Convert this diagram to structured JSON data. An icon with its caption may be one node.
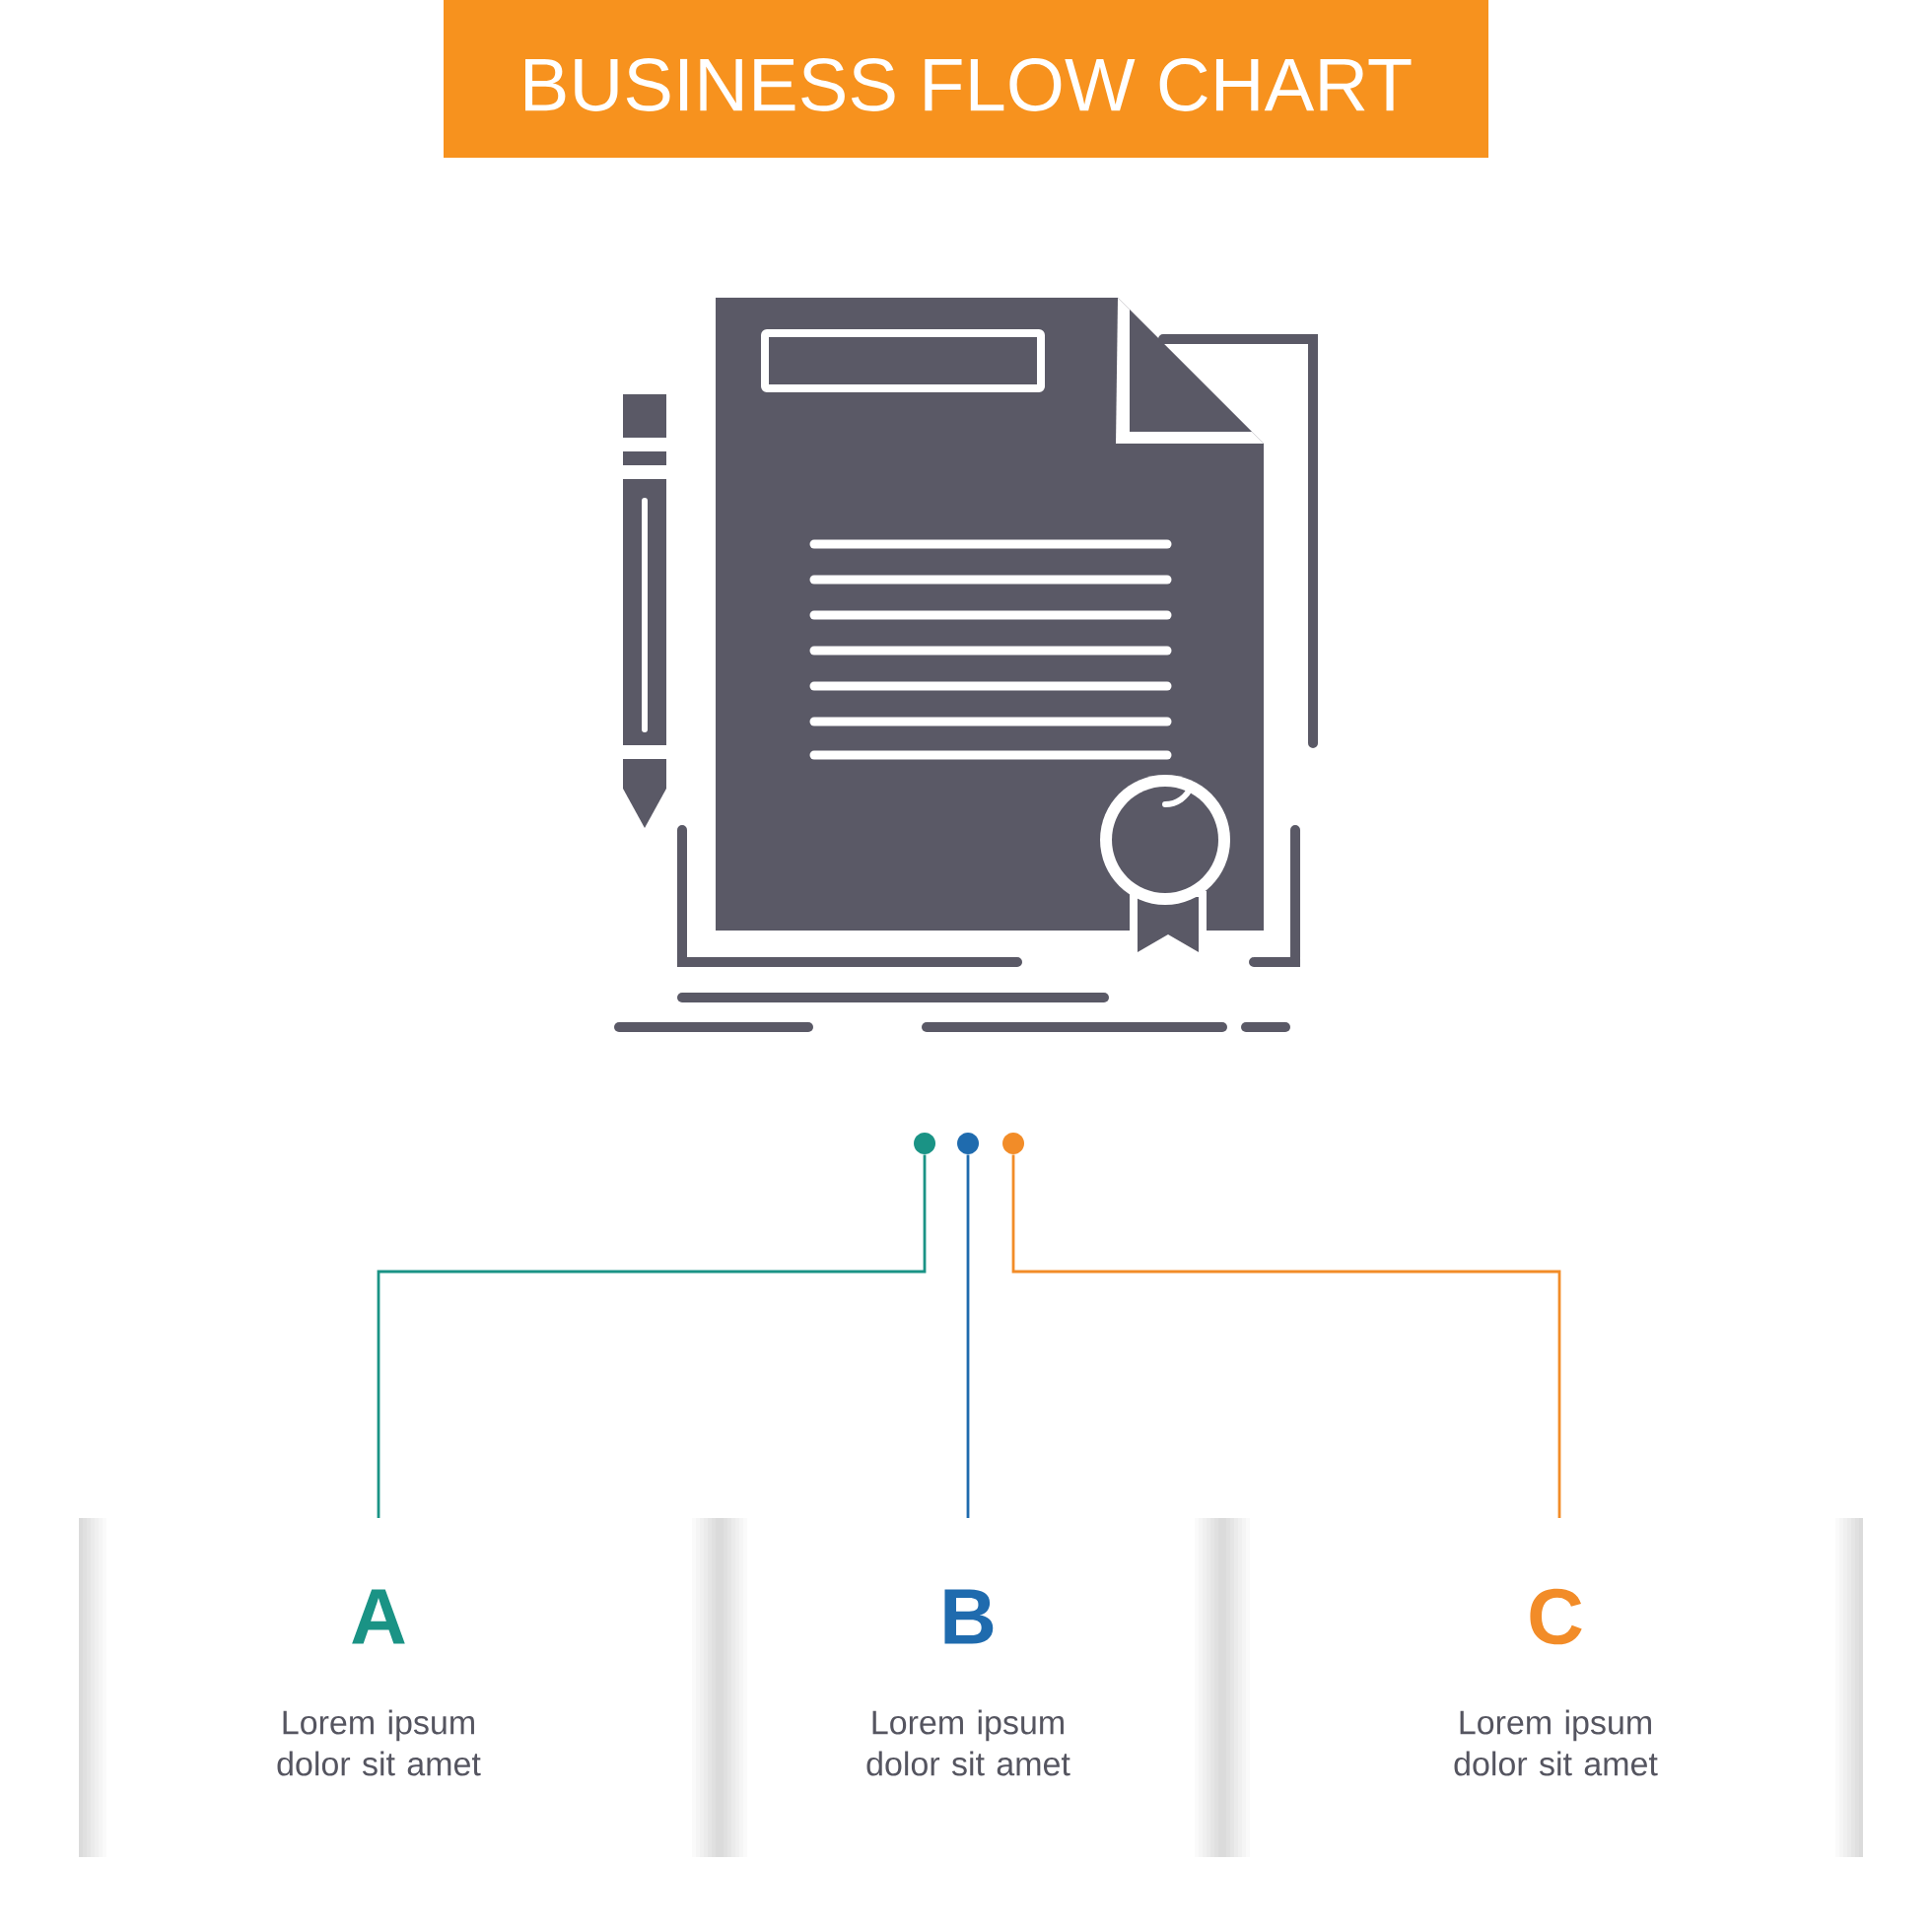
{
  "diagram": {
    "title": "BUSINESS FLOW CHART",
    "nodes": [
      {
        "text": [],
        "shape": "circle"
      },
      {
        "text": [],
        "shape": "circle"
      },
      {
        "text": [],
        "shape": "circle"
      },
      {
        "text": [
          "A",
          "Lorem ipsum dolor sit amet"
        ]
      },
      {
        "text": [
          "B",
          "Lorem ipsum dolor sit amet"
        ]
      },
      {
        "text": [
          "C",
          "Lorem ipsum dolor sit amet"
        ]
      }
    ],
    "edges": [
      {
        "from": 0,
        "to": 3,
        "arrow": "none",
        "color": "#1a9385"
      },
      {
        "from": 1,
        "to": 4,
        "arrow": "none",
        "color": "#1f6bae"
      },
      {
        "from": 2,
        "to": 5,
        "arrow": "none",
        "color": "#f28c28"
      }
    ]
  }
}
